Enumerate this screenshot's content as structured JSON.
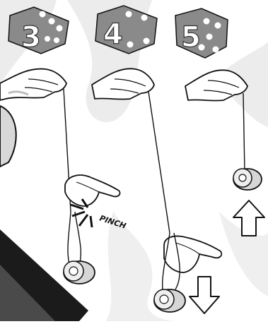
{
  "illustration": {
    "steps": [
      {
        "number": "3",
        "dice_pips": 5
      },
      {
        "number": "4",
        "dice_pips": 4
      },
      {
        "number": "5",
        "dice_pips": 5
      }
    ],
    "pinch_label": "PINCH",
    "arrows": [
      {
        "step": "3",
        "icon": "none"
      },
      {
        "step": "4",
        "icon": "down-arrow-icon"
      },
      {
        "step": "5",
        "icon": "up-arrow-icon"
      }
    ],
    "colors": {
      "background": "#ffffff",
      "background_swirl": "#ececec",
      "dice": "#8a8a8a",
      "outline": "#111111",
      "hand": "#ffffff",
      "hand_shadow": "#bdbdbd",
      "yoyo": "#d6d6d6",
      "table": "#1b1b1b",
      "table_surface": "#4a4a4a"
    }
  }
}
